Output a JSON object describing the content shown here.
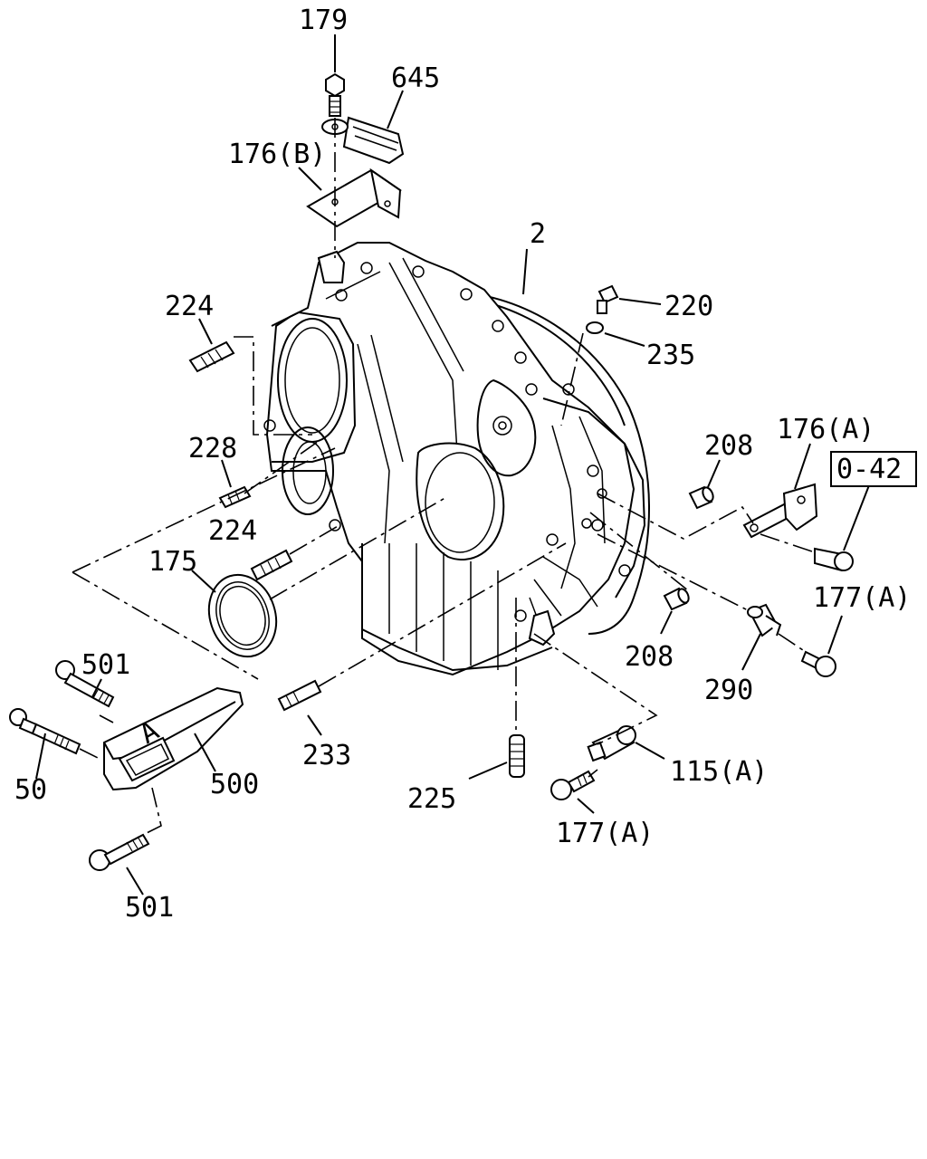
{
  "labels": {
    "l179": "179",
    "l645": "645",
    "l176b": "176(B)",
    "l2": "2",
    "l220": "220",
    "l235": "235",
    "l224a": "224",
    "l228": "228",
    "l224b": "224",
    "l208a": "208",
    "l176a": "176(A)",
    "ref042": "0-42",
    "l175": "175",
    "l177a1": "177(A)",
    "l208b": "208",
    "l290": "290",
    "l501a": "501",
    "l233": "233",
    "l115a": "115(A)",
    "l50": "50",
    "l500": "500",
    "l225": "225",
    "l177a2": "177(A)",
    "l501b": "501"
  }
}
